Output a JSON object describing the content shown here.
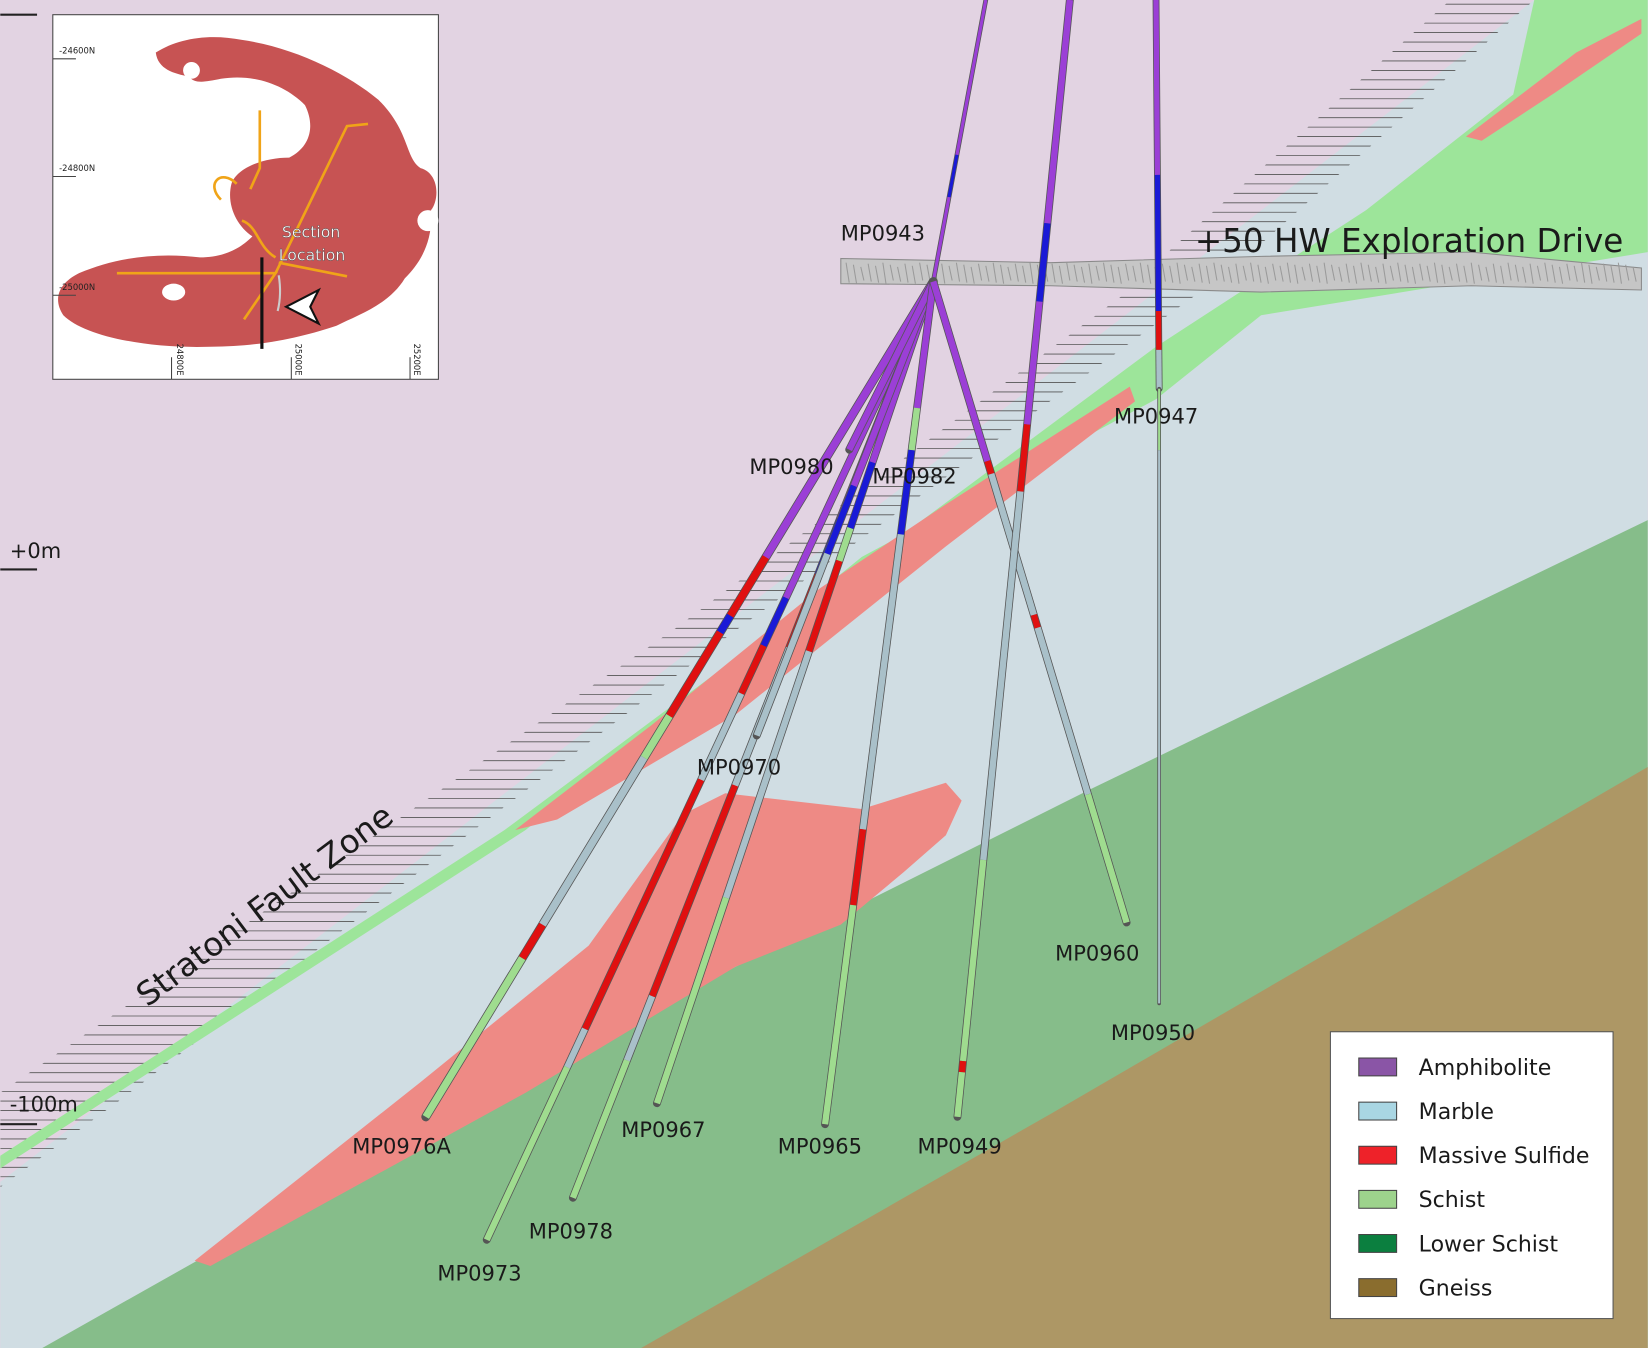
{
  "title_drive": "+50 HW Exploration Drive",
  "fault_label": "Stratoni Fault Zone",
  "elevation_labels": [
    "+0m",
    "-100m"
  ],
  "inset": {
    "northings": [
      "-24600N",
      "-24800N",
      "-25000N"
    ],
    "eastings": [
      "24800E",
      "25000E",
      "25200E"
    ],
    "section_label_1": "Section",
    "section_label_2": "Location"
  },
  "holes": {
    "MP0943": "MP0943",
    "MP0980": "MP0980",
    "MP0982": "MP0982",
    "MP0947": "MP0947",
    "MP0970": "MP0970",
    "MP0960": "MP0960",
    "MP0950": "MP0950",
    "MP0976A": "MP0976A",
    "MP0967": "MP0967",
    "MP0965": "MP0965",
    "MP0949": "MP0949",
    "MP0978": "MP0978",
    "MP0973": "MP0973"
  },
  "legend": [
    {
      "label": "Amphibolite",
      "color": "#8a55a6"
    },
    {
      "label": "Marble",
      "color": "#a9d6e3"
    },
    {
      "label": "Massive Sulfide",
      "color": "#ee2229"
    },
    {
      "label": "Schist",
      "color": "#9dd38c"
    },
    {
      "label": "Lower Schist",
      "color": "#0b7f3f"
    },
    {
      "label": "Gneiss",
      "color": "#8a6d2e"
    }
  ],
  "colors": {
    "background": "#e2d3e2",
    "marble_zone": "#d0dde3",
    "schist": "#9de59a",
    "lower_schist": "#86bd8a",
    "gneiss": "#ad9765",
    "sulfide_lens": "#ee8a85",
    "hole_amph": "#9b3fd6",
    "hole_blue": "#1a1ad6",
    "hole_red": "#e01010",
    "hole_marble": "#a9c0c9",
    "hole_schist": "#9fdc8f"
  }
}
